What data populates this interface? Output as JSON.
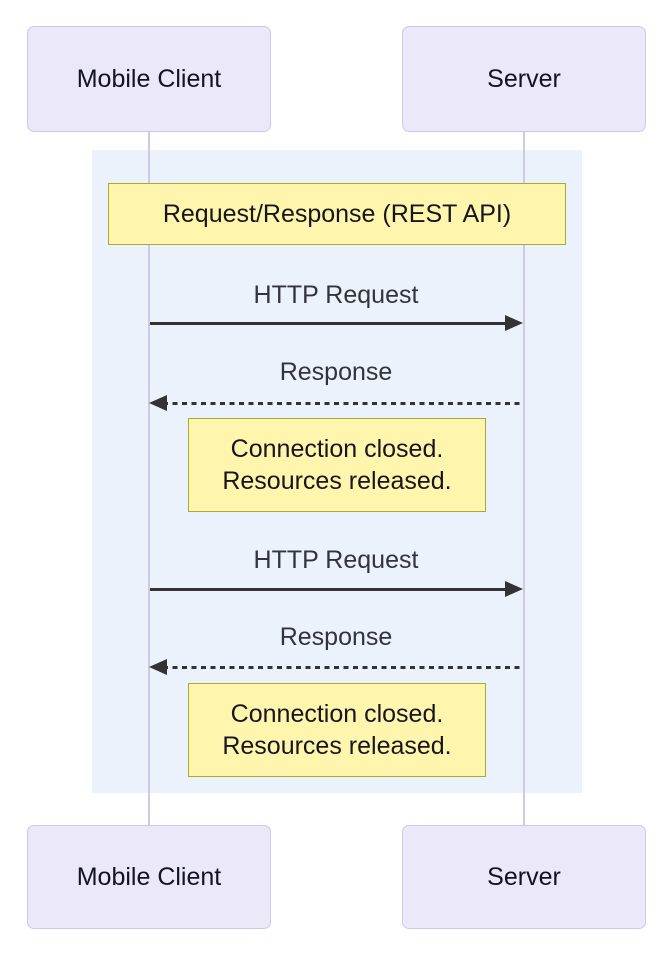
{
  "diagram_title": "Request/Response (REST API)",
  "actors": [
    {
      "label": "Mobile Client"
    },
    {
      "label": "Server"
    }
  ],
  "section": {
    "title": "Request/Response (REST API)"
  },
  "messages": [
    {
      "label": "HTTP Request",
      "from": "Mobile Client",
      "to": "Server",
      "style": "solid",
      "direction": "right"
    },
    {
      "label": "Response",
      "from": "Server",
      "to": "Mobile Client",
      "style": "dashed",
      "direction": "left"
    },
    {
      "label": "HTTP Request",
      "from": "Mobile Client",
      "to": "Server",
      "style": "solid",
      "direction": "right"
    },
    {
      "label": "Response",
      "from": "Server",
      "to": "Mobile Client",
      "style": "dashed",
      "direction": "left"
    }
  ],
  "notes": [
    {
      "lines": [
        "Connection closed.",
        "Resources released."
      ]
    },
    {
      "lines": [
        "Connection closed.",
        "Resources released."
      ]
    }
  ],
  "colors": {
    "actor_fill": "#EAE8F9",
    "actor_border": "#CFC8EC",
    "lifeline": "#CFC8E6",
    "section_background": "#ECF2FB",
    "note_fill": "#FFF5AD",
    "note_border": "#AAAA33",
    "arrow": "#333333",
    "text": "#16161F",
    "page_background": "#FFFFFF"
  }
}
